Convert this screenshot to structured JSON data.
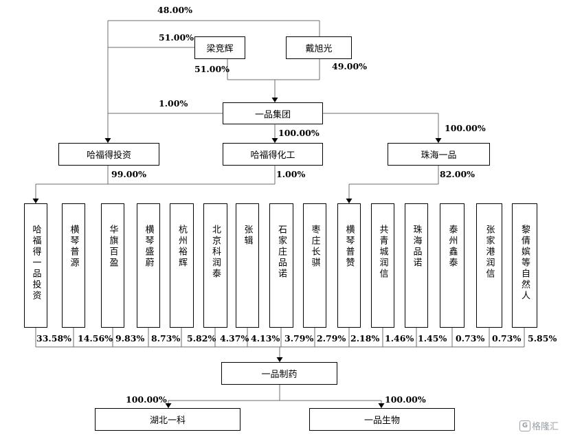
{
  "nodes": {
    "liang": "梁竞辉",
    "dai": "戴旭光",
    "group": "一品集团",
    "hafude_invest": "哈福得投资",
    "hafude_chem": "哈福得化工",
    "zhuhai_yipin": "珠海一品",
    "target": "一品制药",
    "hubei_yike": "湖北一科",
    "yipin_bio": "一品生物"
  },
  "shareholders": [
    {
      "name": "哈福得一品投资",
      "pct": "33.58%"
    },
    {
      "name": "横琴普源",
      "pct": "14.56%"
    },
    {
      "name": "华旗百盈",
      "pct": "9.83%"
    },
    {
      "name": "横琴盛蔚",
      "pct": "8.73%"
    },
    {
      "name": "杭州裕辉",
      "pct": "5.82%"
    },
    {
      "name": "北京科润泰",
      "pct": "4.37%"
    },
    {
      "name": "张辑",
      "pct": "4.13%"
    },
    {
      "name": "石家庄品诺",
      "pct": "3.79%"
    },
    {
      "name": "枣庄长骐",
      "pct": "2.79%"
    },
    {
      "name": "横琴普赞",
      "pct": "2.18%"
    },
    {
      "name": "共青城润信",
      "pct": "1.46%"
    },
    {
      "name": "珠海品诺",
      "pct": "1.45%"
    },
    {
      "name": "泰州鑫泰",
      "pct": "0.73%"
    },
    {
      "name": "张家港润信",
      "pct": "0.73%"
    },
    {
      "name": "黎倩嫔等自然人",
      "pct": "5.85%"
    }
  ],
  "edges": {
    "dai_to_hafude_invest": "48.00%",
    "liang_to_hafude_invest": "51.00%",
    "liang_to_group": "51.00%",
    "dai_to_group": "49.00%",
    "group_to_hafude_invest": "1.00%",
    "group_to_hafude_chem": "100.00%",
    "group_to_zhuhai": "100.00%",
    "hafude_invest_to_sh": "99.00%",
    "hafude_chem_to_sh": "1.00%",
    "zhuhai_to_hengqin_puzan": "82.00%",
    "target_to_hubei": "100.00%",
    "target_to_bio": "100.00%"
  },
  "watermark": "格隆汇",
  "watermark_icon": "G"
}
